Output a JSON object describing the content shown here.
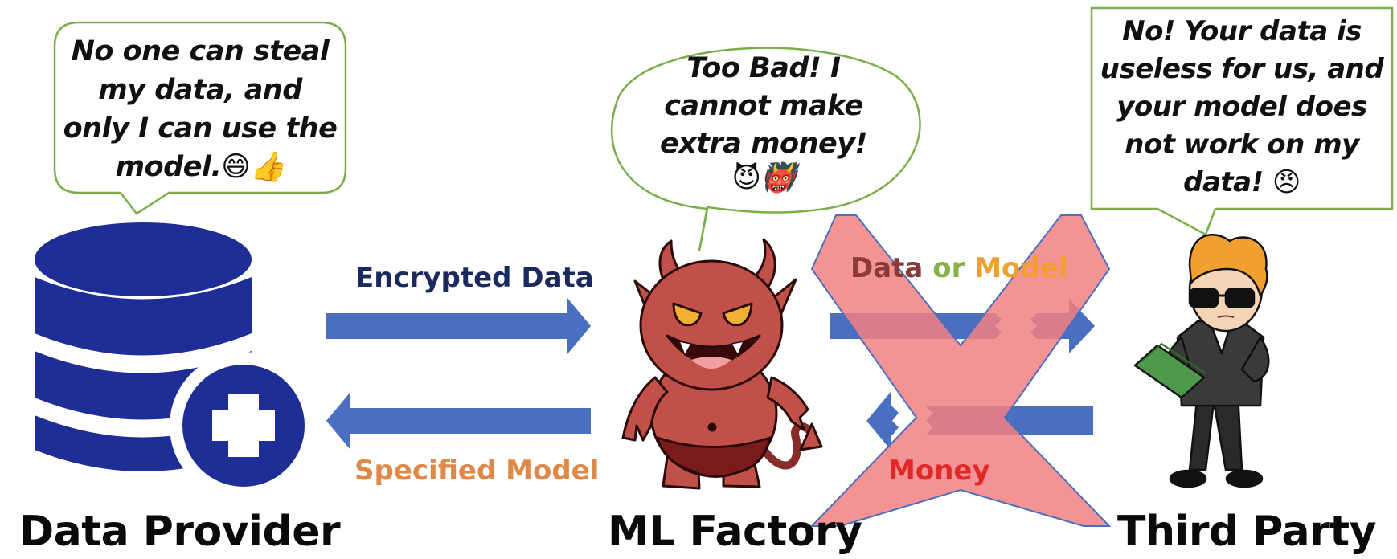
{
  "actors": {
    "provider": "Data Provider",
    "factory": "ML Factory",
    "third_party": "Third Party"
  },
  "bubbles": {
    "provider": [
      "No one can steal",
      "my data, and",
      "only I can use the",
      "model.😄👍"
    ],
    "factory": [
      "Too Bad! I",
      "cannot make",
      "extra money!",
      "😈👹"
    ],
    "third_party": [
      "No! Your data is",
      "useless for us, and",
      "your model does",
      "not work on my",
      "data!  😠"
    ]
  },
  "arrows": {
    "encrypted": "Encrypted Data",
    "specified": "Specified Model",
    "data_word": "Data",
    "or_word": " or ",
    "model_word": "Model",
    "money": "Money"
  },
  "colors": {
    "database": "#1f2e96",
    "arrow": "#4a6fc0",
    "encrypted_text": "#1a2a5e",
    "specified_text": "#e08848",
    "data_text": "#8b3a3a",
    "or_text": "#8ab04a",
    "model_text": "#f0a030",
    "money_text": "#e02828",
    "cross": "#f28080",
    "bubble_stroke": "#7aae4a"
  },
  "icons": {
    "database": "database-plus-icon",
    "devil": "devil-character",
    "third_party": "businessman-with-money",
    "cross": "cross-mark-icon"
  }
}
